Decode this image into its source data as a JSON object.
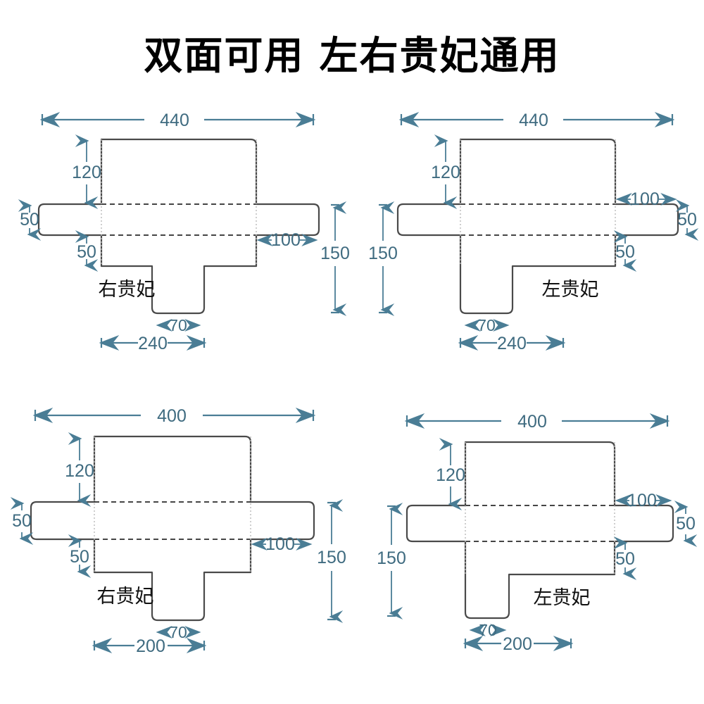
{
  "header": {
    "title": "双面可用 左右贵妃通用"
  },
  "colors": {
    "dimension_line": "#4a7d95",
    "dimension_text": "#3f6b80",
    "outline": "#4a4a4a",
    "label_text": "#111111",
    "background": "#ffffff"
  },
  "diagrams": [
    {
      "id": "top-left",
      "label": "右贵妃",
      "chaise_side": "right",
      "dims": {
        "top_width": "440",
        "backrest_height": "120",
        "arm_height": "50",
        "lower_seat": "50",
        "arm_width": "100",
        "side_height": "150",
        "chaise_width": "70",
        "bottom_width": "240"
      }
    },
    {
      "id": "top-right",
      "label": "左贵妃",
      "chaise_side": "left",
      "dims": {
        "top_width": "440",
        "backrest_height": "120",
        "arm_height": "50",
        "lower_seat": "50",
        "arm_width": "100",
        "side_height": "150",
        "chaise_width": "70",
        "bottom_width": "240"
      }
    },
    {
      "id": "bottom-left",
      "label": "右贵妃",
      "chaise_side": "right",
      "dims": {
        "top_width": "400",
        "backrest_height": "120",
        "arm_height": "50",
        "lower_seat": "50",
        "arm_width": "100",
        "side_height": "150",
        "chaise_width": "70",
        "bottom_width": "200"
      }
    },
    {
      "id": "bottom-right",
      "label": "左贵妃",
      "chaise_side": "left",
      "dims": {
        "top_width": "400",
        "backrest_height": "120",
        "arm_height": "50",
        "lower_seat": "50",
        "arm_width": "100",
        "side_height": "150",
        "chaise_width": "70",
        "bottom_width": "200"
      }
    }
  ]
}
